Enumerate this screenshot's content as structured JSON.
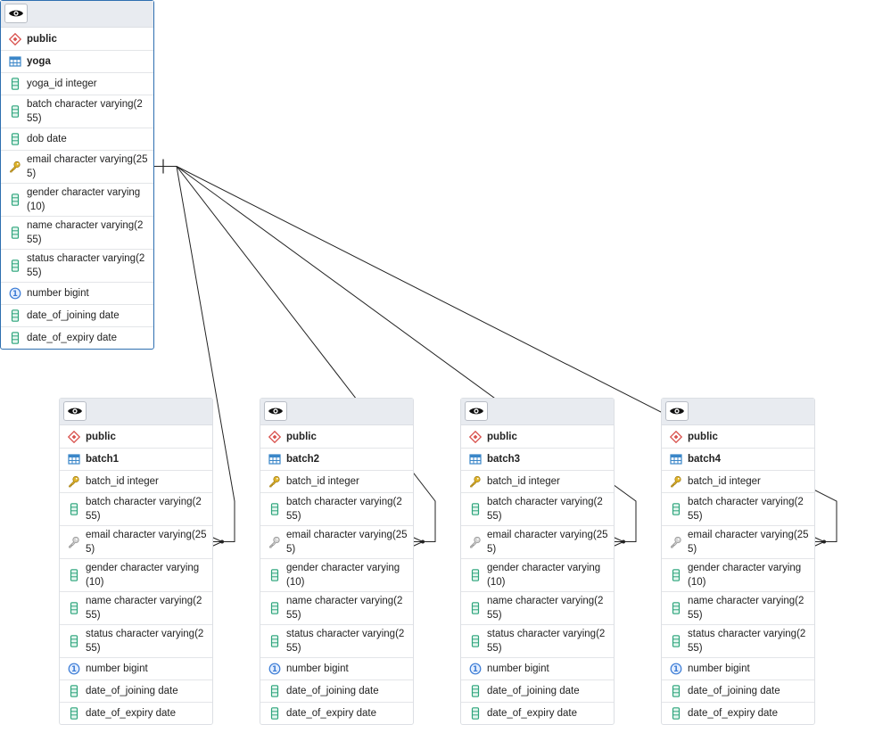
{
  "tables": [
    {
      "id": "yoga",
      "schema": "public",
      "name": "yoga",
      "selected": true,
      "columns": [
        {
          "text": "yoga_id integer",
          "icon": "column-icon"
        },
        {
          "text": "batch character varying(255)",
          "icon": "column-icon"
        },
        {
          "text": "dob date",
          "icon": "column-icon"
        },
        {
          "text": "email character varying(255)",
          "icon": "primary-key-icon"
        },
        {
          "text": "gender character varying(10)",
          "icon": "column-icon"
        },
        {
          "text": "name character varying(255)",
          "icon": "column-icon"
        },
        {
          "text": "status character varying(255)",
          "icon": "column-icon"
        },
        {
          "text": "number bigint",
          "icon": "sequence-column-icon"
        },
        {
          "text": "date_of_joining date",
          "icon": "column-icon"
        },
        {
          "text": "date_of_expiry date",
          "icon": "column-icon"
        }
      ]
    },
    {
      "id": "batch1",
      "schema": "public",
      "name": "batch1",
      "selected": false,
      "columns": [
        {
          "text": "batch_id integer",
          "icon": "primary-key-icon"
        },
        {
          "text": "batch character varying(255)",
          "icon": "column-icon"
        },
        {
          "text": "email character varying(255)",
          "icon": "foreign-key-icon"
        },
        {
          "text": "gender character varying(10)",
          "icon": "column-icon"
        },
        {
          "text": "name character varying(255)",
          "icon": "column-icon"
        },
        {
          "text": "status character varying(255)",
          "icon": "column-icon"
        },
        {
          "text": "number bigint",
          "icon": "sequence-column-icon"
        },
        {
          "text": "date_of_joining date",
          "icon": "column-icon"
        },
        {
          "text": "date_of_expiry date",
          "icon": "column-icon"
        }
      ]
    },
    {
      "id": "batch2",
      "schema": "public",
      "name": "batch2",
      "selected": false,
      "columns": [
        {
          "text": "batch_id integer",
          "icon": "primary-key-icon"
        },
        {
          "text": "batch character varying(255)",
          "icon": "column-icon"
        },
        {
          "text": "email character varying(255)",
          "icon": "foreign-key-icon"
        },
        {
          "text": "gender character varying(10)",
          "icon": "column-icon"
        },
        {
          "text": "name character varying(255)",
          "icon": "column-icon"
        },
        {
          "text": "status character varying(255)",
          "icon": "column-icon"
        },
        {
          "text": "number bigint",
          "icon": "sequence-column-icon"
        },
        {
          "text": "date_of_joining date",
          "icon": "column-icon"
        },
        {
          "text": "date_of_expiry date",
          "icon": "column-icon"
        }
      ]
    },
    {
      "id": "batch3",
      "schema": "public",
      "name": "batch3",
      "selected": false,
      "columns": [
        {
          "text": "batch_id integer",
          "icon": "primary-key-icon"
        },
        {
          "text": "batch character varying(255)",
          "icon": "column-icon"
        },
        {
          "text": "email character varying(255)",
          "icon": "foreign-key-icon"
        },
        {
          "text": "gender character varying(10)",
          "icon": "column-icon"
        },
        {
          "text": "name character varying(255)",
          "icon": "column-icon"
        },
        {
          "text": "status character varying(255)",
          "icon": "column-icon"
        },
        {
          "text": "number bigint",
          "icon": "sequence-column-icon"
        },
        {
          "text": "date_of_joining date",
          "icon": "column-icon"
        },
        {
          "text": "date_of_expiry date",
          "icon": "column-icon"
        }
      ]
    },
    {
      "id": "batch4",
      "schema": "public",
      "name": "batch4",
      "selected": false,
      "columns": [
        {
          "text": "batch_id integer",
          "icon": "primary-key-icon"
        },
        {
          "text": "batch character varying(255)",
          "icon": "column-icon"
        },
        {
          "text": "email character varying(255)",
          "icon": "foreign-key-icon"
        },
        {
          "text": "gender character varying(10)",
          "icon": "column-icon"
        },
        {
          "text": "name character varying(255)",
          "icon": "column-icon"
        },
        {
          "text": "status character varying(255)",
          "icon": "column-icon"
        },
        {
          "text": "number bigint",
          "icon": "sequence-column-icon"
        },
        {
          "text": "date_of_joining date",
          "icon": "column-icon"
        },
        {
          "text": "date_of_expiry date",
          "icon": "column-icon"
        }
      ]
    }
  ],
  "relationships": [
    {
      "from_table": "yoga",
      "from_column": "email",
      "to_table": "batch1",
      "to_column": "email",
      "source_end": "one",
      "target_end": "many"
    },
    {
      "from_table": "yoga",
      "from_column": "email",
      "to_table": "batch2",
      "to_column": "email",
      "source_end": "one",
      "target_end": "many"
    },
    {
      "from_table": "yoga",
      "from_column": "email",
      "to_table": "batch3",
      "to_column": "email",
      "source_end": "one",
      "target_end": "many"
    },
    {
      "from_table": "yoga",
      "from_column": "email",
      "to_table": "batch4",
      "to_column": "email",
      "source_end": "one",
      "target_end": "many"
    }
  ],
  "colors": {
    "selected_border": "#2e6fb0",
    "header_bg": "#e8ebf0",
    "column_icon": "#2fa57d",
    "schema_icon": "#d9534f",
    "table_icon": "#3a86c8",
    "key_icon": "#e0b52b",
    "foreign_key_icon": "#9a9a9a",
    "sequence_icon": "#3a7bd5",
    "link_line": "#222222"
  }
}
